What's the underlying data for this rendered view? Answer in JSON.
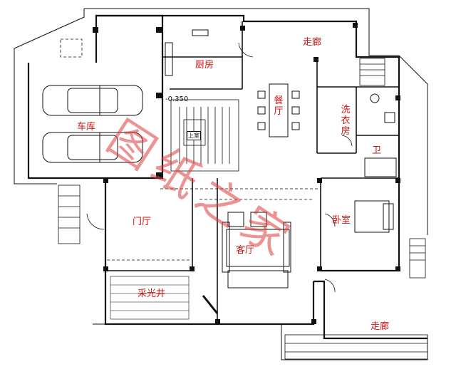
{
  "rooms": {
    "garage": "车库",
    "kitchen": "厨房",
    "corridor_top": "走廊",
    "dining": "餐厅",
    "laundry": "洗衣房",
    "bathroom": "卫",
    "foyer": "门厅",
    "living": "客厅",
    "bedroom": "卧室",
    "lightwell": "采光井",
    "corridor_bottom": "走廊"
  },
  "annotations": {
    "elevation": "-0.350",
    "stair_up": "上室"
  },
  "watermark": "图纸之家",
  "colors": {
    "label": "#d21414",
    "walls": "#111111",
    "watermark": "#dc3c3c"
  }
}
